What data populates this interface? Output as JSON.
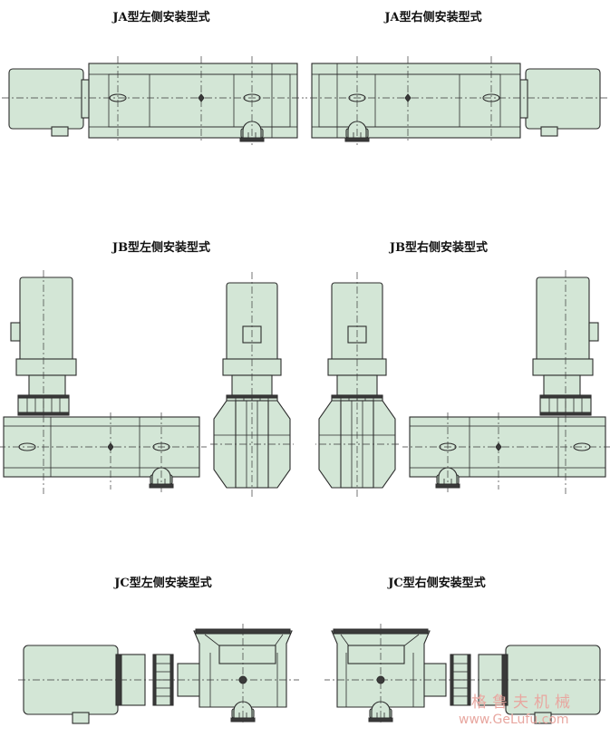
{
  "titles": {
    "ja_left": "JA型左侧安装型式",
    "ja_right": "JA型右侧安装型式",
    "jb_left": "JB型左侧安装型式",
    "jb_right": "JB型右侧安装型式",
    "jc_left": "JC型左侧安装型式",
    "jc_right": "JC型右侧安装型式"
  },
  "watermark": {
    "text": "格鲁夫机械",
    "url": "www.GeLufu.com"
  },
  "colors": {
    "body_fill": "#d3e6d6",
    "outline": "#2c2c2c",
    "centerline": "#3a3a3a",
    "background": "#ffffff"
  }
}
